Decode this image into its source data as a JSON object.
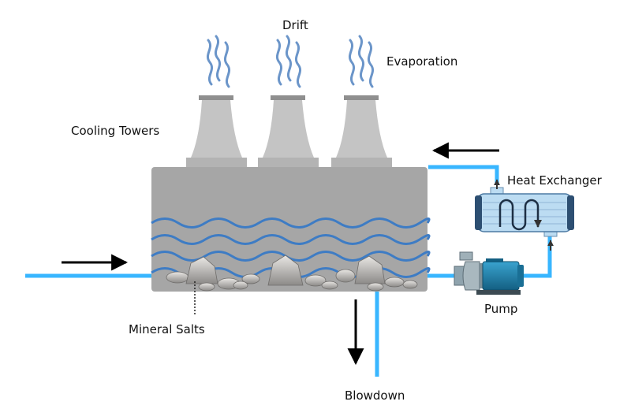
{
  "labels": {
    "drift": "Drift",
    "evaporation": "Evaporation",
    "cooling_towers": "Cooling Towers",
    "heat_exchanger": "Heat Exchanger",
    "pump": "Pump",
    "mineral_salts": "Mineral Salts",
    "blowdown": "Blowdown"
  },
  "colors": {
    "pipe": "#38b6ff",
    "basin": "#a6a6a6",
    "tower": "#c4c4c4",
    "wave": "#3e7cc4",
    "steam": "#6b95c9",
    "heat_exchanger_body": "#bcdcf2",
    "pump_motor": "#1f7ea8",
    "arrow": "#000000"
  },
  "icons": [
    "steam-icon",
    "cooling-tower-icon",
    "heat-exchanger-icon",
    "pump-icon",
    "rock-icon",
    "flow-arrow-icon"
  ]
}
